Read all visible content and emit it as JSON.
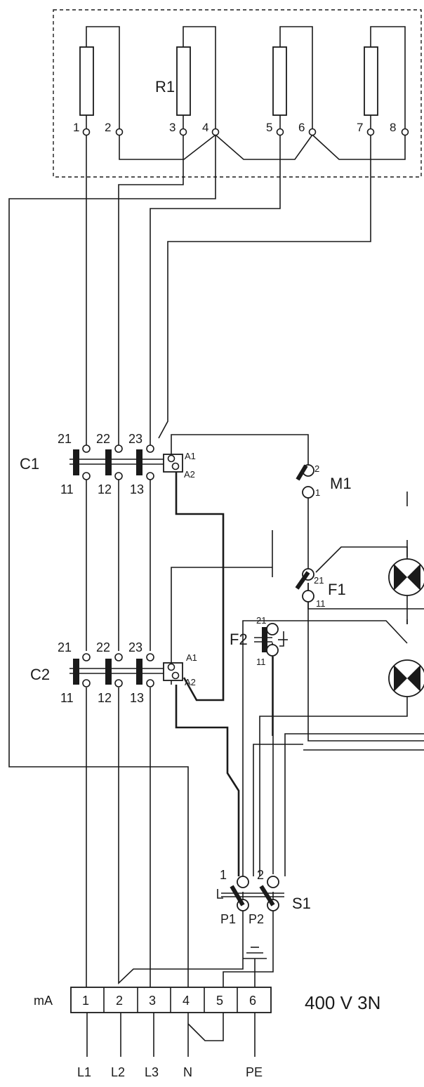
{
  "voltage": "400 V 3N",
  "mains_label": "mA",
  "components": {
    "heater_bank": "R1",
    "contactor_1": "C1",
    "contactor_2": "C2",
    "motor_contact": "M1",
    "fuse_1": "F1",
    "fuse_2": "F2",
    "selector_switch": "S1"
  },
  "heater_terminals": [
    "1",
    "2",
    "3",
    "4",
    "5",
    "6",
    "7",
    "8"
  ],
  "contactor_top_pins": [
    "21",
    "22",
    "23"
  ],
  "contactor_bottom_pins": [
    "11",
    "12",
    "13"
  ],
  "coil_pins": [
    "A1",
    "A2"
  ],
  "m1_pins": [
    "2",
    "1"
  ],
  "f1_pins": [
    "21",
    "11"
  ],
  "f2_pins": [
    "21",
    "11"
  ],
  "s1_pins": [
    "1",
    "2",
    "P1",
    "P2"
  ],
  "terminal_block": [
    "1",
    "2",
    "3",
    "4",
    "5",
    "6"
  ],
  "supply_lines": [
    "L1",
    "L2",
    "L3",
    "N",
    "PE"
  ]
}
